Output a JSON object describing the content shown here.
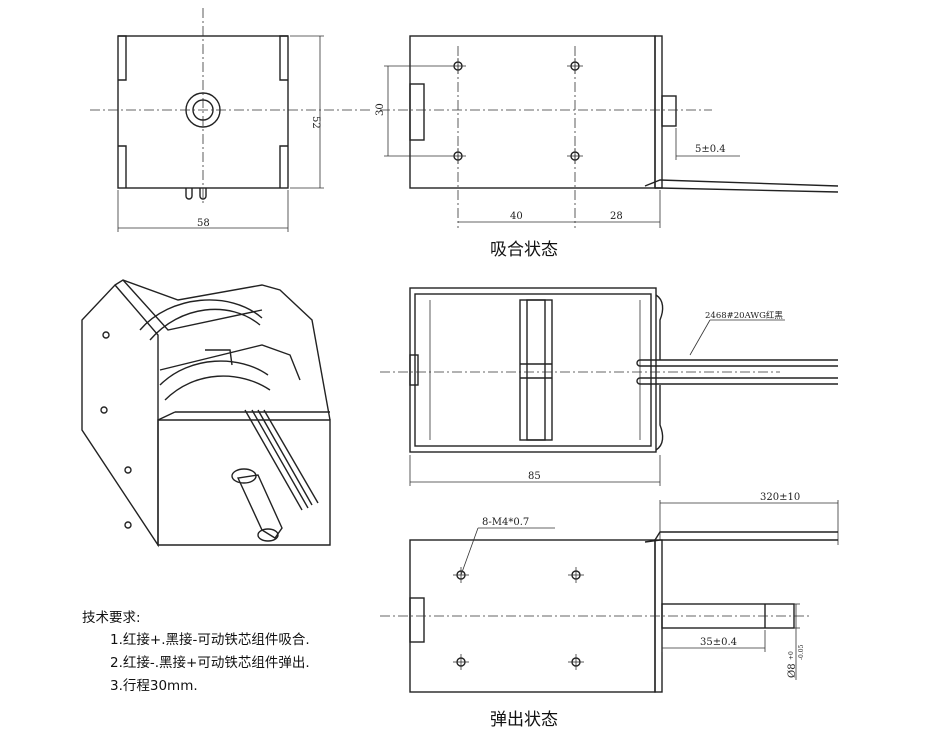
{
  "dimensions": {
    "width_58": "58",
    "height_52": "52",
    "stroke_30": "30",
    "spacing_40": "40",
    "offset_28": "28",
    "plunger_5": "5±0.4",
    "length_85": "85",
    "wire_spec": "2468#20AWG红黑",
    "lead_length": "320±10",
    "holes": "8-M4*0.7",
    "shaft_extend": "35±0.4",
    "shaft_dia": "Ø8",
    "shaft_tol_upper": "+0",
    "shaft_tol_lower": "-0.05"
  },
  "captions": {
    "closed_state": "吸合状态",
    "ejected_state": "弹出状态"
  },
  "requirements": {
    "title": "技术要求:",
    "items": [
      "1.红接+.黑接-可动铁芯组件吸合.",
      "2.红接-.黑接+可动铁芯组件弹出.",
      "3.行程30mm."
    ]
  }
}
